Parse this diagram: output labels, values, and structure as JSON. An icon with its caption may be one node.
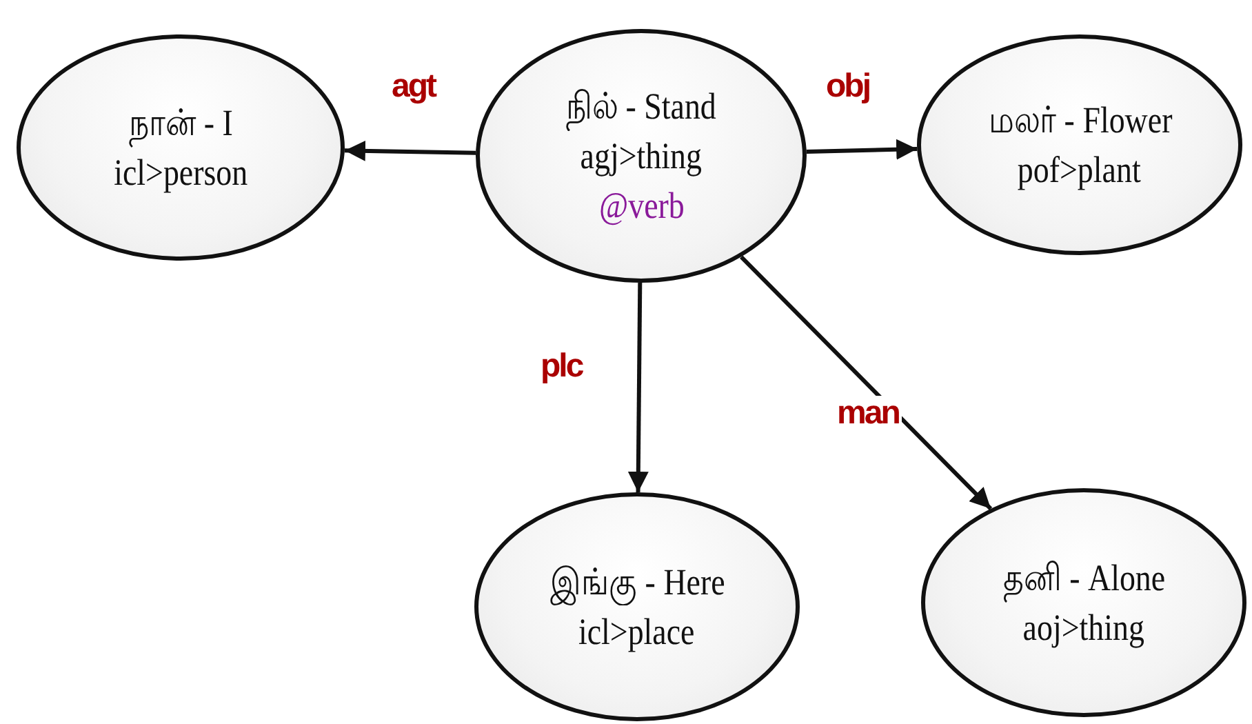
{
  "diagram": {
    "nodes": [
      {
        "text": [
          "நில் - Stand",
          "agj>thing",
          "@verb"
        ]
      },
      {
        "text": [
          "நான்  - I",
          "icl>person"
        ]
      },
      {
        "text": [
          "மலர் - Flower",
          "pof>plant"
        ]
      },
      {
        "text": [
          "இங்கு - Here",
          "icl>place"
        ]
      },
      {
        "text": [
          "தனி - Alone",
          "aoj>thing"
        ]
      }
    ],
    "edges": [
      {
        "from": 0,
        "to": 1,
        "arrow": "to",
        "label": "agt"
      },
      {
        "from": 0,
        "to": 2,
        "arrow": "to",
        "label": "obj"
      },
      {
        "from": 0,
        "to": 3,
        "arrow": "to",
        "label": "plc"
      },
      {
        "from": 0,
        "to": 4,
        "arrow": "to",
        "label": "man"
      }
    ]
  }
}
